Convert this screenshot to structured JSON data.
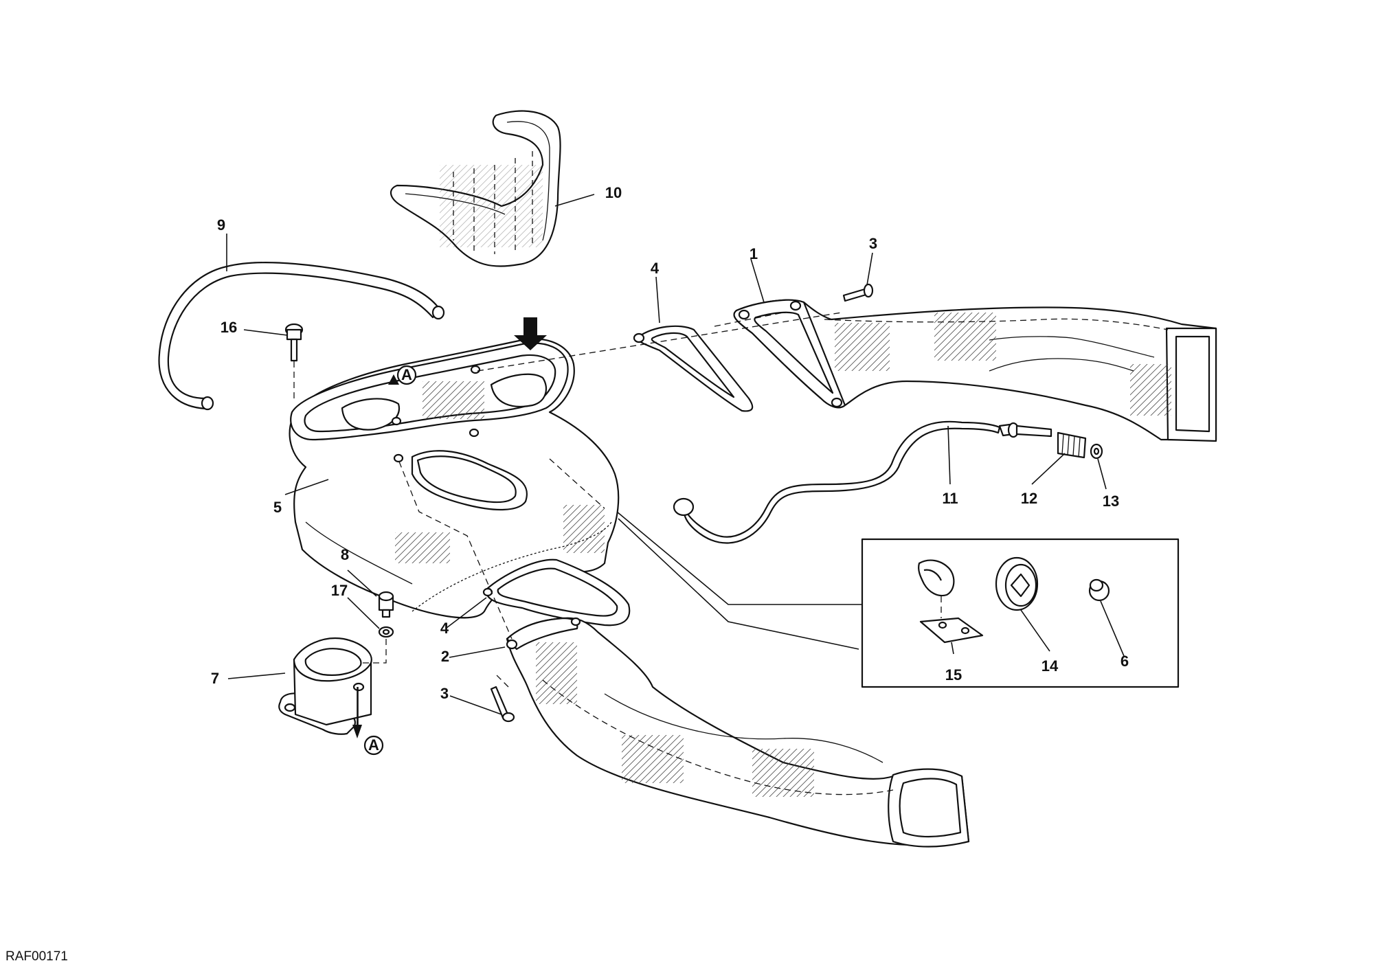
{
  "drawing_code": "RAF00171",
  "ref_marker": "A",
  "callouts": {
    "c1": "1",
    "c2": "2",
    "c3a": "3",
    "c3b": "3",
    "c4a": "4",
    "c4b": "4",
    "c5": "5",
    "c6": "6",
    "c7": "7",
    "c8": "8",
    "c9": "9",
    "c10": "10",
    "c11": "11",
    "c12": "12",
    "c13": "13",
    "c14": "14",
    "c15": "15",
    "c16": "16",
    "c17": "17"
  }
}
